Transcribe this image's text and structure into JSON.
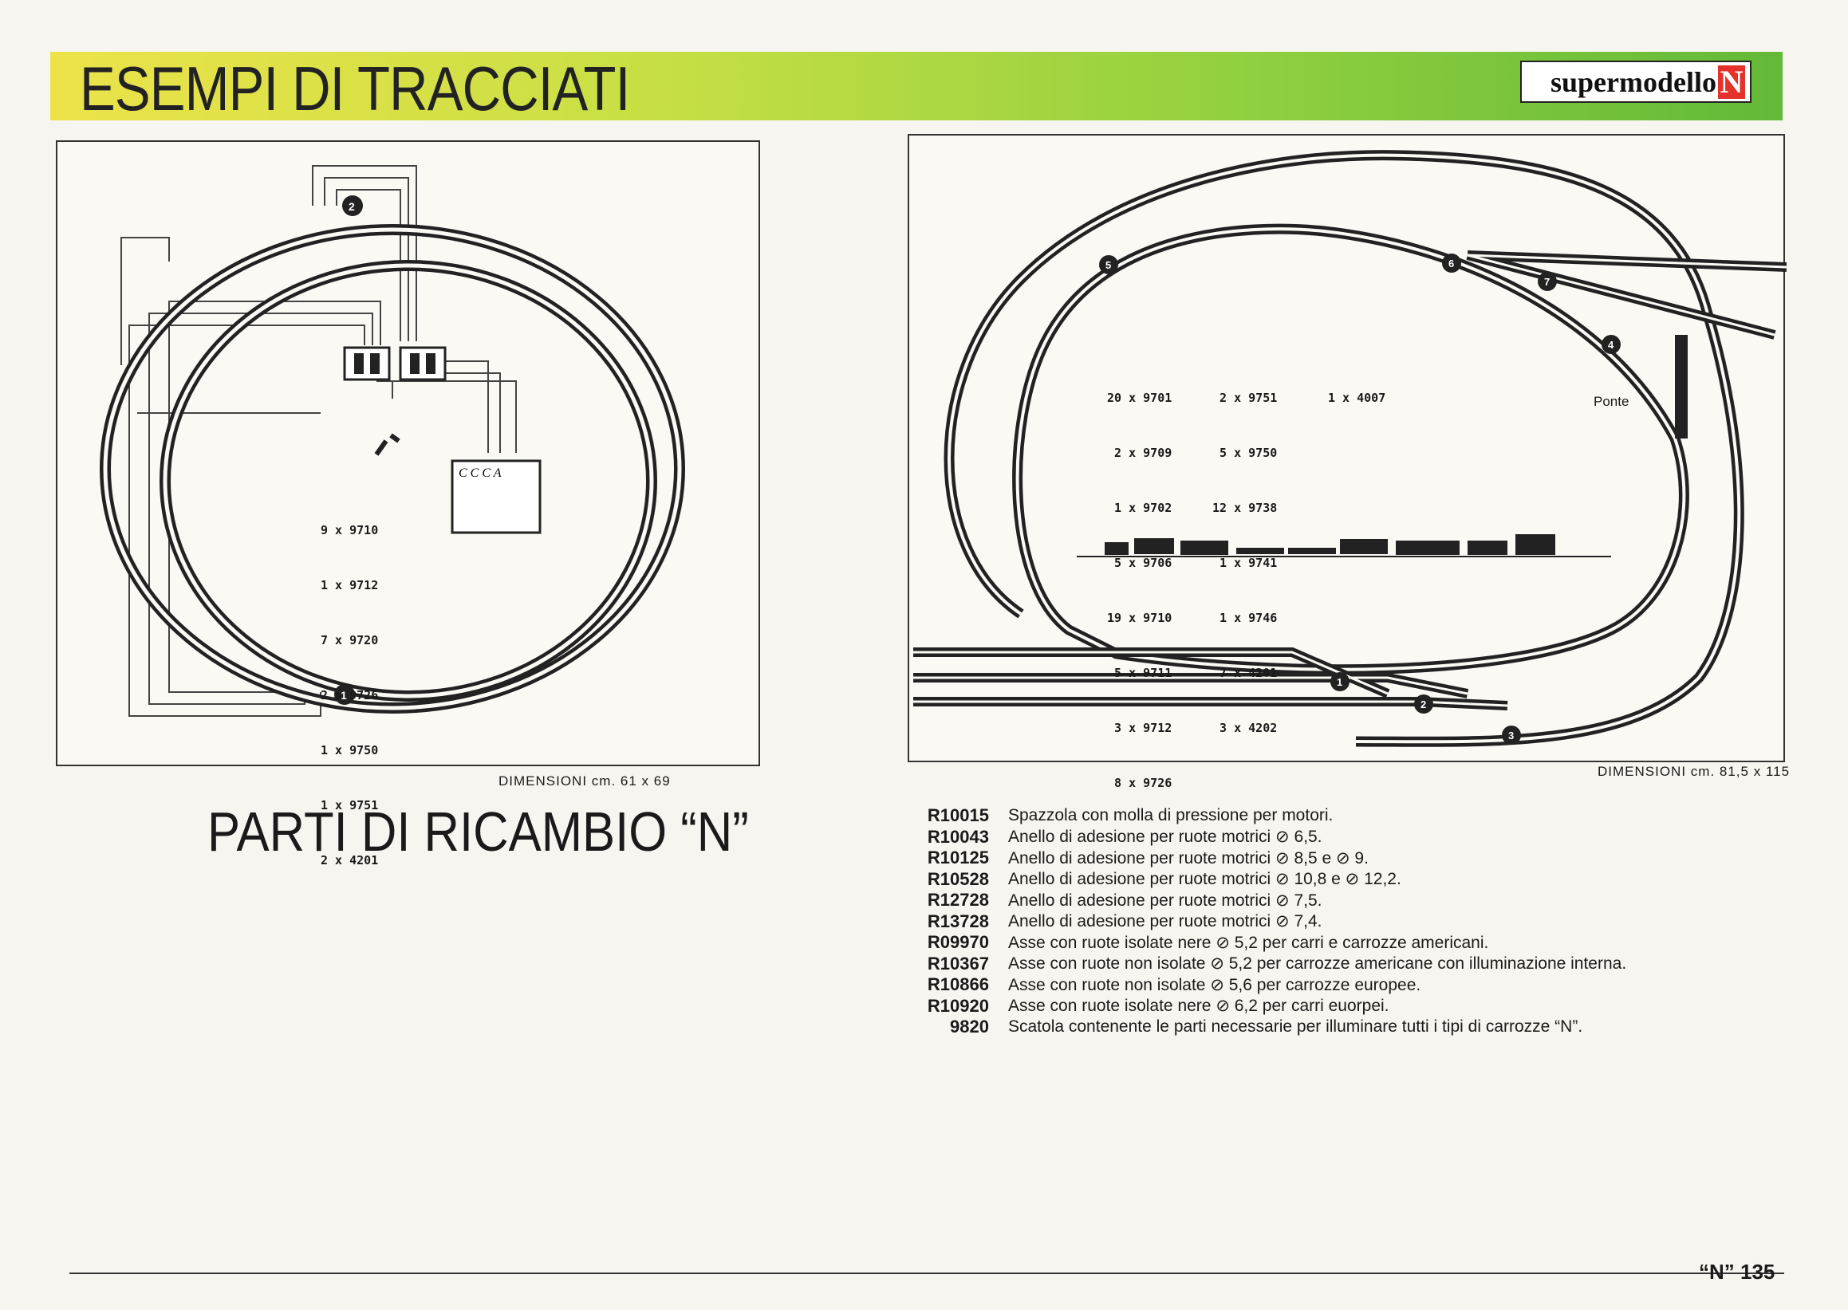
{
  "header": {
    "title": "ESEMPI DI TRACCIATI",
    "logo_text": "supermodello",
    "logo_letter": "N"
  },
  "layout_left": {
    "dimensions": "DIMENSIONI cm. 61 x 69",
    "box_label": "C C C A",
    "parts": [
      "9 x 9710",
      "1 x 9712",
      "7 x 9720",
      "2 x 9726",
      "1 x 9750",
      "1 x 9751",
      "2 x 4201"
    ]
  },
  "layout_right": {
    "dimensions": "DIMENSIONI cm. 81,5 x 115",
    "parts_col1": [
      "20 x 9701",
      "2 x 9709",
      "1 x 9702",
      "5 x 9706",
      "19 x 9710",
      "5 x 9711",
      "3 x 9712",
      "8 x 9726"
    ],
    "parts_col2": [
      "2 x 9751",
      "5 x 9750",
      "12 x 9738",
      "1 x 9741",
      "1 x 9746",
      "7 x 4201",
      "3 x 4202"
    ],
    "parts_col3": [
      "1 x 4007"
    ],
    "label_ponte": "Ponte"
  },
  "spare_parts": {
    "title": "PARTI DI RICAMBIO “N”",
    "items": [
      {
        "code": "R10015",
        "desc": "Spazzola con molla di pressione per motori."
      },
      {
        "code": "R10043",
        "desc": "Anello di adesione per ruote motrici ⊘ 6,5."
      },
      {
        "code": "R10125",
        "desc": "Anello di adesione per ruote motrici ⊘ 8,5 e ⊘ 9."
      },
      {
        "code": "R10528",
        "desc": "Anello di adesione per ruote motrici ⊘ 10,8 e ⊘ 12,2."
      },
      {
        "code": "R12728",
        "desc": "Anello di adesione per ruote motrici ⊘ 7,5."
      },
      {
        "code": "R13728",
        "desc": "Anello di adesione per ruote motrici ⊘ 7,4."
      },
      {
        "code": "R09970",
        "desc": "Asse con ruote isolate nere ⊘ 5,2 per carri e carrozze americani."
      },
      {
        "code": "R10367",
        "desc": "Asse con ruote non isolate ⊘ 5,2 per carrozze americane con illuminazione interna."
      },
      {
        "code": "R10866",
        "desc": "Asse con ruote non isolate ⊘ 5,6 per carrozze europee."
      },
      {
        "code": "R10920",
        "desc": "Asse con ruote isolate nere ⊘ 6,2 per carri euorpei."
      },
      {
        "code": "9820",
        "desc": "Scatola contenente le parti necessarie per illuminare tutti i tipi di carrozze “N”."
      }
    ]
  },
  "footer": {
    "page": "“N” 135"
  }
}
